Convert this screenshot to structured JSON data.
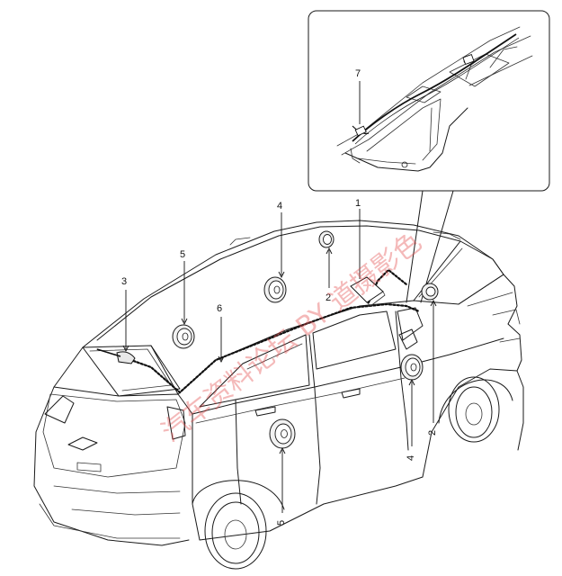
{
  "callouts": {
    "c1": "1",
    "c2a": "2",
    "c2b": "2",
    "c3": "3",
    "c4a": "4",
    "c4b": "4",
    "c5a": "5",
    "c5b": "5",
    "c6": "6",
    "c7": "7"
  },
  "watermark": "汽车资料论坛 BY 道摄影色"
}
